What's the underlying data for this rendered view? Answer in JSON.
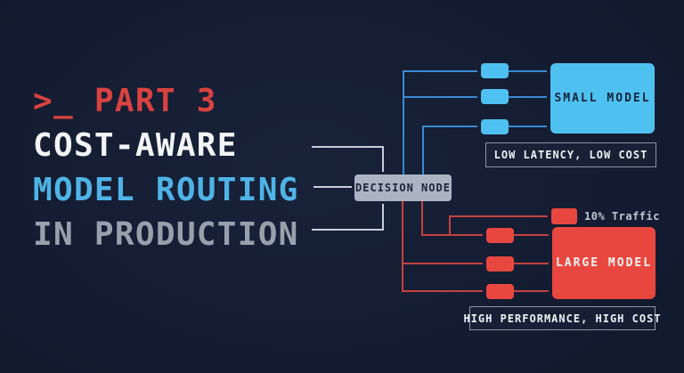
{
  "title": {
    "line1": ">_ PART 3",
    "line2": "COST-AWARE",
    "line3": "MODEL ROUTING",
    "line4": "IN PRODUCTION"
  },
  "diagram": {
    "decision_node": {
      "label": "DECISION NODE"
    },
    "small_branch": {
      "model_label": "SMALL MODEL",
      "caption": "LOW LATENCY, LOW COST"
    },
    "large_branch": {
      "model_label": "LARGE MODEL",
      "caption": "HIGH PERFORMANCE, HIGH COST",
      "traffic_label": "10% Traffic"
    }
  },
  "colors": {
    "background": "#121a2e",
    "accent_red": "#d8423f",
    "accent_blue": "#4fc1f0",
    "line_blue": "#3a8ad2",
    "line_red": "#c6413f",
    "line_gray": "#c9ced8",
    "node_fill": "#aab4c3",
    "title_white": "#f2f4f6",
    "title_gray": "#98a1ab"
  }
}
